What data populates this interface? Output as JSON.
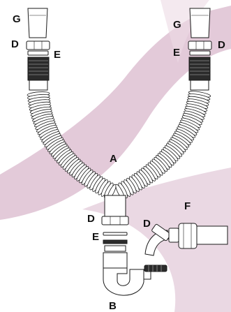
{
  "diagram": {
    "labels": {
      "g_left": "G",
      "g_right": "G",
      "d_left": "D",
      "d_right": "D",
      "d_lower": "D",
      "d_side": "D",
      "e_left": "E",
      "e_right": "E",
      "e_lower": "E",
      "a": "A",
      "b": "B",
      "f": "F"
    },
    "colors": {
      "background_swoosh": "#d9b8cc",
      "line": "#1a1a1a",
      "part_fill": "#ffffff",
      "thread_fill": "#2b2b2b"
    }
  }
}
